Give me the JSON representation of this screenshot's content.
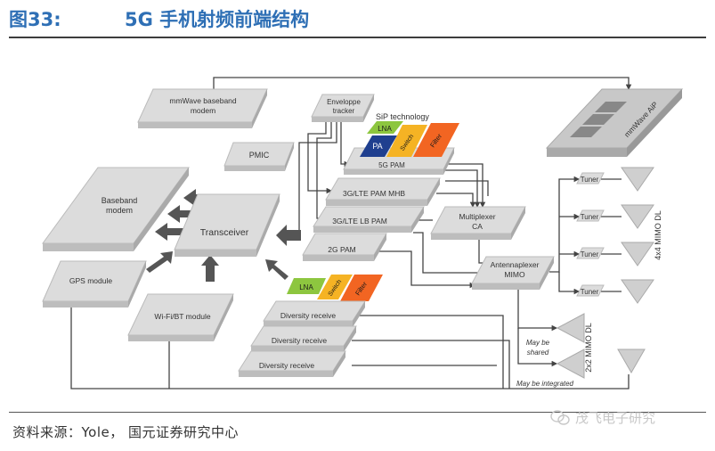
{
  "header": {
    "figure_number": "图33:",
    "title": "5G 手机射频前端结构"
  },
  "diagram": {
    "blocks": {
      "mmwave_baseband": [
        "mmWave baseband",
        "modem"
      ],
      "pmic": "PMIC",
      "baseband": [
        "Baseband",
        "modem"
      ],
      "transceiver": "Transceiver",
      "gps": "GPS module",
      "wifi_bt": "Wi-Fi/BT module",
      "envelope_tracker": [
        "Enveloppe",
        "tracker"
      ],
      "sip_technology": "SiP technology",
      "pam_5g": "5G PAM",
      "pam_3g_lte_mhb": "3G/LTE PAM MHB",
      "pam_3g_lte_lb": "3G/LTE LB PAM",
      "pam_2g": "2G PAM",
      "multiplexer": [
        "Multiplexer",
        "CA"
      ],
      "antennaplexer": [
        "Antennaplexer",
        "MIMO"
      ],
      "diversity_receive_1": "Diversity receive",
      "diversity_receive_2": "Diversity receive",
      "diversity_receive_3": "Diversity receive",
      "mmwave_aip": "mmWave AiP",
      "tuner_labels": [
        "Tuner",
        "Tuner",
        "Tuner",
        "Tuner"
      ]
    },
    "chips": {
      "sip_lna": "LNA",
      "sip_pa": "PA",
      "sip_switch": "Switch",
      "sip_filter": "Filter",
      "rx_lna": "LNA",
      "rx_switch": "Switch",
      "rx_filter": "Filter"
    },
    "annotations": {
      "mimo_4x4": "4x4 MIMO DL",
      "mimo_2x2": "2x2 MIMO DL",
      "may_be_shared": [
        "May be",
        "shared"
      ],
      "may_be_integrated": "May be integrated"
    },
    "colors": {
      "lna": "#8dc63f",
      "pa": "#1f3f8f",
      "switch": "#f5b324",
      "filter": "#f26522",
      "block": "#dcdcdc",
      "line": "#444444",
      "title": "#2e6fb5"
    }
  },
  "footer": {
    "source": "资料来源：Yole，  国元证券研究中心",
    "watermark": "茂飞电子研究"
  }
}
